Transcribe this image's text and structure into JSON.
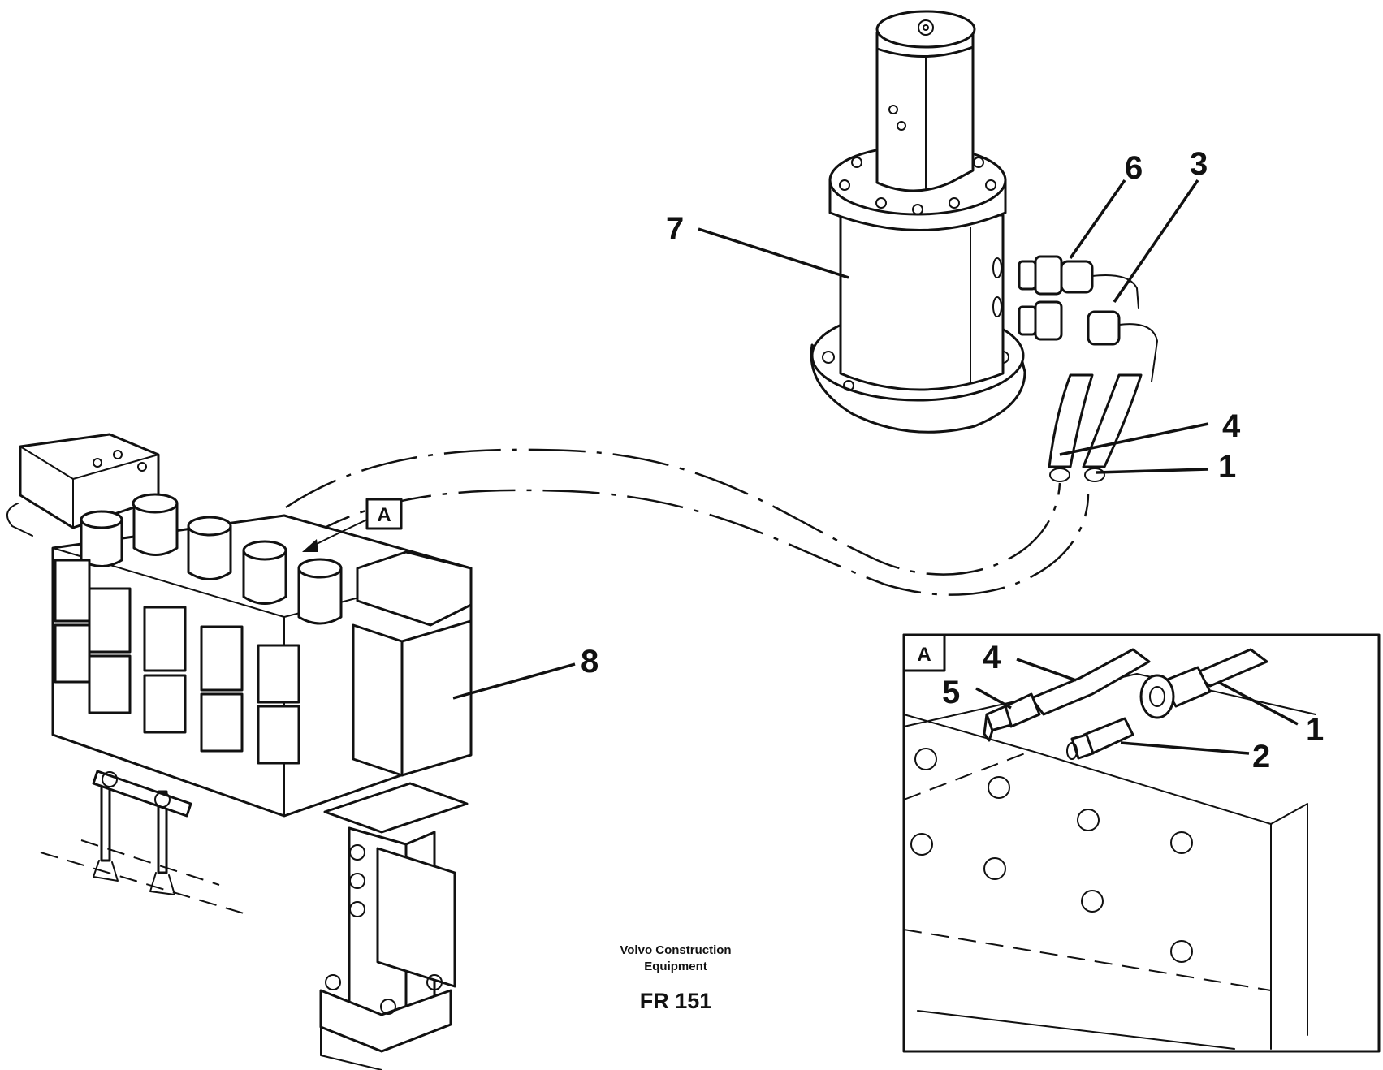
{
  "callouts": {
    "swivel_joint": "7",
    "fitting_upper": "6",
    "fitting_lower": "3",
    "hose_4": "4",
    "hose_1": "1",
    "valve_block": "8"
  },
  "detail_view": {
    "label": "A",
    "callouts": {
      "hose_4": "4",
      "nipple_5": "5",
      "hose_1": "1",
      "nipple_2": "2"
    }
  },
  "view_marker": "A",
  "caption": {
    "line1": "Volvo Construction",
    "line2": "Equipment",
    "code": "FR 151"
  }
}
